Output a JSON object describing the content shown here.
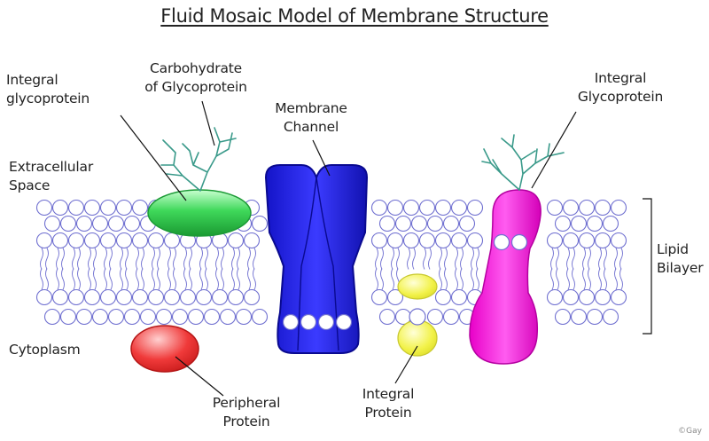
{
  "title": "Fluid Mosaic Model of Membrane Structure",
  "labels": {
    "integral_glycoprotein_left": [
      "Integral",
      "glycoprotein"
    ],
    "carbohydrate": [
      "Carbohydrate",
      "of Glycoprotein"
    ],
    "membrane_channel": [
      "Membrane",
      "Channel"
    ],
    "integral_glycoprotein_right": [
      "Integral",
      "Glycoprotein"
    ],
    "extracellular_space": [
      "Extracellular",
      "Space"
    ],
    "lipid_bilayer": [
      "Lipid",
      "Bilayer"
    ],
    "cytoplasm": "Cytoplasm",
    "peripheral_protein": [
      "Peripheral",
      "Protein"
    ],
    "integral_protein": [
      "Integral",
      "Protein"
    ]
  },
  "credit": "©Gay",
  "colors": {
    "lipid_head_fill": "#ffffff",
    "lipid_outline": "#6f6fd0",
    "tail": "#6f6fd0",
    "glycoprotein_green": "#3fd85a",
    "channel_blue": "#2222dd",
    "peripheral_red": "#f03a3a",
    "integral_yellow": "#f2f24a",
    "glycoprotein_magenta": "#f000d0",
    "carbohydrate": "#3a9a8a",
    "leader_line": "#111111"
  }
}
